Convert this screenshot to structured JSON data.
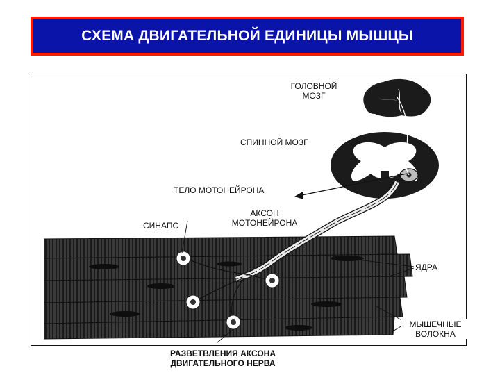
{
  "title": "СХЕМА ДВИГАТЕЛЬНОЙ ЕДИНИЦЫ МЫШЦЫ",
  "labels": {
    "brain_line1": "ГОЛОВНОЙ",
    "brain_line2": "МОЗГ",
    "spinal_cord": "СПИННОЙ МОЗГ",
    "motoneuron_body": "ТЕЛО МОТОНЕЙРОНА",
    "axon_line1": "АКСОН",
    "axon_line2": "МОТОНЕЙРОНА",
    "synapse": "СИНАПС",
    "nuclei": "ЯДРА",
    "fibers_line1": "МЫШЕЧНЫЕ",
    "fibers_line2": "ВОЛОКНА",
    "branches_line1": "РАЗВЕТВЛЕНИЯ АКСОНА",
    "branches_line2": "ДВИГАТЕЛЬНОГО НЕРВА"
  },
  "colors": {
    "title_border": "#ff1a00",
    "title_fill": "#0a14a8",
    "title_text": "#ffffff",
    "tissue": "#1b1b1b",
    "muscle": "#2a2a2a"
  }
}
